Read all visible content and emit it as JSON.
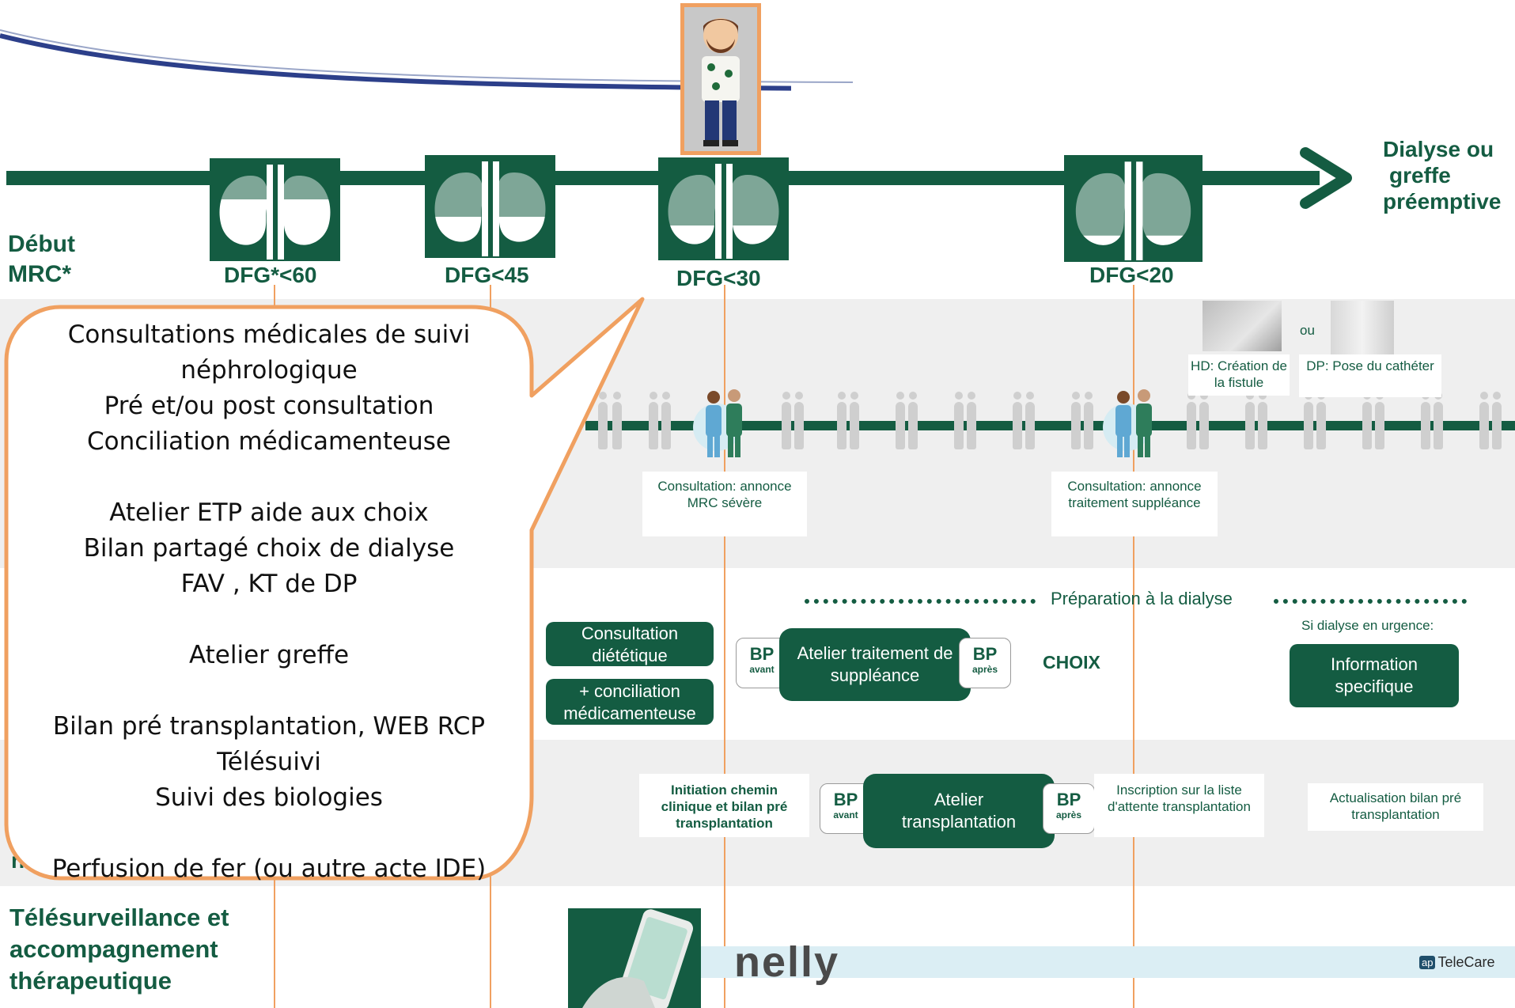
{
  "timeline": {
    "start_label_line1": "Début",
    "start_label_line2": "MRC*",
    "end_label_line1": "Dialyse ou",
    "end_label_line2": "greffe",
    "end_label_line3": "préemptive",
    "stages": [
      "DFG*<60",
      "DFG<45",
      "DFG<30",
      "DFG<20"
    ]
  },
  "speech_bubble": {
    "lines": [
      "Consultations médicales de suivi",
      "néphrologique",
      "Pré et/ou post consultation",
      "Conciliation médicamenteuse",
      "",
      "Atelier ETP aide aux choix",
      "Bilan partagé choix de dialyse",
      "FAV , KT de DP",
      "",
      "Atelier greffe",
      "",
      "Bilan pré transplantation, WEB RCP",
      "Télésuivi",
      "Suivi des biologies",
      "",
      "Perfusion de fer (ou autre acte IDE)"
    ]
  },
  "consultations": {
    "mrc_severe": "Consultation: annonce MRC sévère",
    "traitement_suppleance": "Consultation: annonce traitement suppléance",
    "hd": "HD: Création de la fistule",
    "ou": "ou",
    "dp": "DP: Pose du cathéter"
  },
  "dialysis_row": {
    "preparation": "Préparation  à la dialyse",
    "urgence": "Si dialyse en urgence:",
    "consultation_dietetique": "Consultation diététique",
    "conciliation": "+ conciliation médicamenteuse",
    "bp": "BP",
    "avant": "avant",
    "apres": "après",
    "atelier_suppleance": "Atelier traitement de suppléance",
    "choix": "CHOIX",
    "information": "Information specifique"
  },
  "transplant_row": {
    "initiation": "Initiation chemin clinique et bilan pré transplantation",
    "atelier": "Atelier transplantation",
    "inscription": "Inscription sur la liste d'attente transplantation",
    "actualisation": "Actualisation bilan pré transplantation",
    "partial_label": "n"
  },
  "telesurveillance": {
    "line1": "Télésurveillance et",
    "line2": "accompagnement",
    "line3": "thérapeutique",
    "nelly_logo": "nelly",
    "telecare_icon": "ap",
    "telecare_label": "TeleCare"
  },
  "colors": {
    "brand_green": "#145c42",
    "accent_orange": "#f0a060",
    "band_grey": "#efefef"
  }
}
